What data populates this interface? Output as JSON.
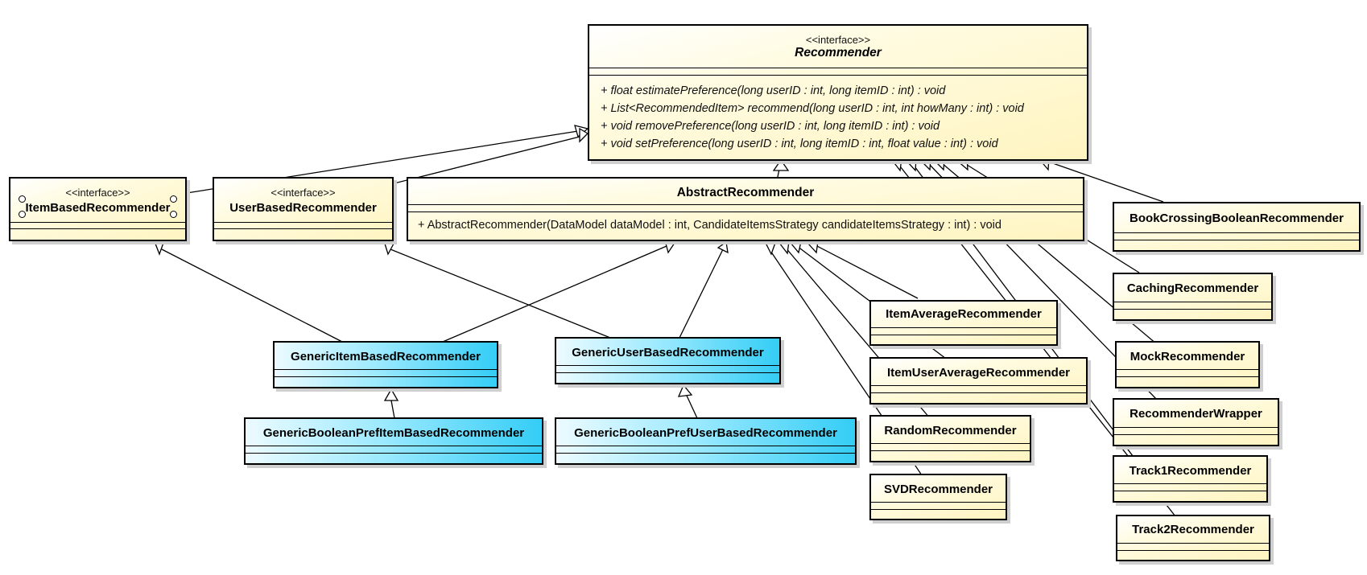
{
  "classes": {
    "recommender": {
      "stereotype": "<<interface>>",
      "name": "Recommender",
      "operations": [
        "+ float estimatePreference(long userID : int, long itemID : int) : void",
        "+ List<RecommendedItem> recommend(long userID : int, int howMany : int) : void",
        "+ void removePreference(long userID : int, long itemID : int) : void",
        "+ void setPreference(long userID : int, long itemID : int, float value : int) : void"
      ]
    },
    "item_based_recommender": {
      "stereotype": "<<interface>>",
      "name": "ItemBasedRecommender"
    },
    "user_based_recommender": {
      "stereotype": "<<interface>>",
      "name": "UserBasedRecommender"
    },
    "abstract_recommender": {
      "name": "AbstractRecommender",
      "operations": [
        "+ AbstractRecommender(DataModel dataModel : int, CandidateItemsStrategy candidateItemsStrategy : int) : void"
      ]
    },
    "book_crossing_boolean_recommender": {
      "name": "BookCrossingBooleanRecommender"
    },
    "caching_recommender": {
      "name": "CachingRecommender"
    },
    "mock_recommender": {
      "name": "MockRecommender"
    },
    "recommender_wrapper": {
      "name": "RecommenderWrapper"
    },
    "track1_recommender": {
      "name": "Track1Recommender"
    },
    "track2_recommender": {
      "name": "Track2Recommender"
    },
    "item_average_recommender": {
      "name": "ItemAverageRecommender"
    },
    "item_user_average_recommender": {
      "name": "ItemUserAverageRecommender"
    },
    "random_recommender": {
      "name": "RandomRecommender"
    },
    "svd_recommender": {
      "name": "SVDRecommender"
    },
    "generic_item_based_recommender": {
      "name": "GenericItemBasedRecommender"
    },
    "generic_user_based_recommender": {
      "name": "GenericUserBasedRecommender"
    },
    "generic_boolean_pref_item_based_recommender": {
      "name": "GenericBooleanPrefItemBasedRecommender"
    },
    "generic_boolean_pref_user_based_recommender": {
      "name": "GenericBooleanPrefUserBasedRecommender"
    }
  },
  "colors": {
    "class_fill": "#fff4c0",
    "generic_fill": "#34cdf6",
    "border": "#000000",
    "shadow": "#cfcfcf"
  }
}
